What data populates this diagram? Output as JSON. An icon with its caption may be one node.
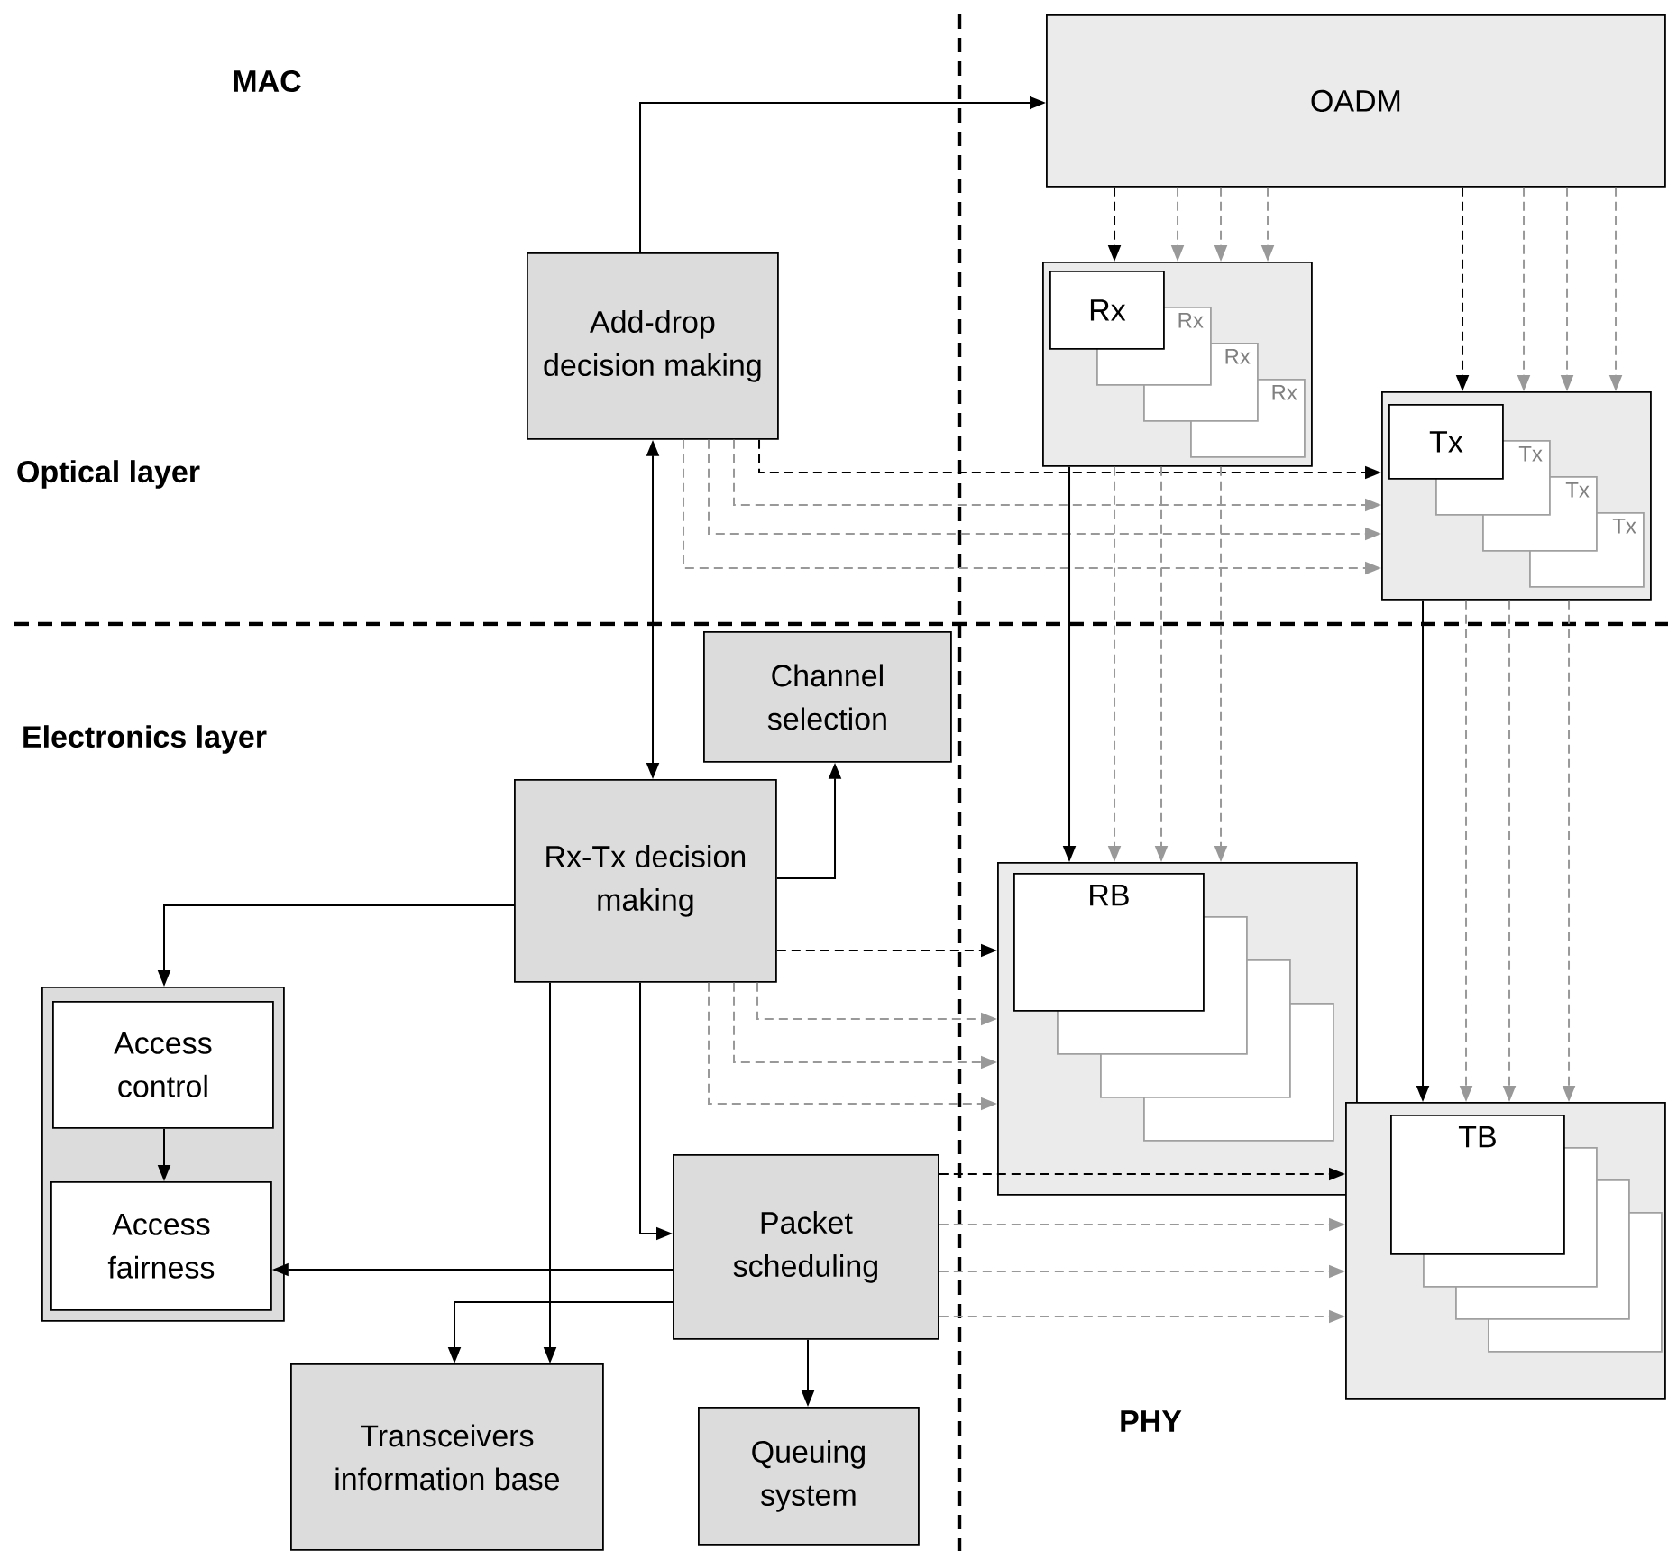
{
  "diagram": {
    "nodes": [
      {
        "text": [
          "OADM"
        ]
      },
      {
        "text": [
          "Add-drop decision making"
        ]
      },
      {
        "text": [],
        "shape": "box"
      },
      {
        "text": [
          "Rx"
        ],
        "in": 2
      },
      {
        "text": [
          "Rx"
        ],
        "in": 2
      },
      {
        "text": [
          "Rx"
        ],
        "in": 2
      },
      {
        "text": [
          "Rx"
        ],
        "in": 2
      },
      {
        "text": [],
        "shape": "box"
      },
      {
        "text": [
          "Tx"
        ],
        "in": 7
      },
      {
        "text": [
          "Tx"
        ],
        "in": 7
      },
      {
        "text": [
          "Tx"
        ],
        "in": 7
      },
      {
        "text": [
          "Tx"
        ],
        "in": 7
      },
      {
        "text": [
          "Channel selection"
        ]
      },
      {
        "text": [
          "Rx-Tx decision making"
        ]
      },
      {
        "text": [],
        "shape": "box"
      },
      {
        "text": [
          "RB"
        ],
        "in": 14
      },
      {
        "text": [],
        "shape": "box",
        "in": 14
      },
      {
        "text": [],
        "shape": "box",
        "in": 14
      },
      {
        "text": [],
        "shape": "box",
        "in": 14
      },
      {
        "text": [],
        "shape": "box"
      },
      {
        "text": [
          "Access control"
        ],
        "in": 19
      },
      {
        "text": [
          "Access fairness"
        ],
        "in": 19
      },
      {
        "text": [],
        "shape": "box"
      },
      {
        "text": [
          "TB"
        ],
        "in": 22
      },
      {
        "text": [],
        "shape": "box",
        "in": 22
      },
      {
        "text": [],
        "shape": "box",
        "in": 22
      },
      {
        "text": [],
        "shape": "box",
        "in": 22
      },
      {
        "text": [
          "Packet scheduling"
        ]
      },
      {
        "text": [
          "Transceivers information base"
        ]
      },
      {
        "text": [
          "Queuing system"
        ]
      }
    ],
    "edges": [
      {
        "from": 1,
        "to": 0,
        "arrow": "to",
        "color": "#000000"
      },
      {
        "from": 1,
        "to": 13,
        "arrow": "both",
        "color": "#000000"
      },
      {
        "from": 0,
        "to": 2,
        "arrow": "to",
        "style": "dashed",
        "color": "#000000"
      },
      {
        "from": 0,
        "to": 2,
        "arrow": "to",
        "style": "dashed",
        "color": "#999999"
      },
      {
        "from": 0,
        "to": 2,
        "arrow": "to",
        "style": "dashed",
        "color": "#999999"
      },
      {
        "from": 0,
        "to": 2,
        "arrow": "to",
        "style": "dashed",
        "color": "#999999"
      },
      {
        "from": 0,
        "to": 7,
        "arrow": "to",
        "style": "dashed",
        "color": "#000000"
      },
      {
        "from": 0,
        "to": 7,
        "arrow": "to",
        "style": "dashed",
        "color": "#999999"
      },
      {
        "from": 0,
        "to": 7,
        "arrow": "to",
        "style": "dashed",
        "color": "#999999"
      },
      {
        "from": 0,
        "to": 7,
        "arrow": "to",
        "style": "dashed",
        "color": "#999999"
      },
      {
        "from": 1,
        "to": 7,
        "arrow": "to",
        "style": "dashed",
        "color": "#000000"
      },
      {
        "from": 1,
        "to": 7,
        "arrow": "to",
        "style": "dashed",
        "color": "#999999"
      },
      {
        "from": 1,
        "to": 7,
        "arrow": "to",
        "style": "dashed",
        "color": "#999999"
      },
      {
        "from": 1,
        "to": 7,
        "arrow": "to",
        "style": "dashed",
        "color": "#999999"
      },
      {
        "from": 2,
        "to": 14,
        "arrow": "to",
        "color": "#000000"
      },
      {
        "from": 2,
        "to": 14,
        "arrow": "to",
        "style": "dashed",
        "color": "#999999"
      },
      {
        "from": 2,
        "to": 14,
        "arrow": "to",
        "style": "dashed",
        "color": "#999999"
      },
      {
        "from": 2,
        "to": 14,
        "arrow": "to",
        "style": "dashed",
        "color": "#999999"
      },
      {
        "from": 7,
        "to": 22,
        "arrow": "to",
        "color": "#000000"
      },
      {
        "from": 7,
        "to": 22,
        "arrow": "to",
        "style": "dashed",
        "color": "#999999"
      },
      {
        "from": 7,
        "to": 22,
        "arrow": "to",
        "style": "dashed",
        "color": "#999999"
      },
      {
        "from": 7,
        "to": 22,
        "arrow": "to",
        "style": "dashed",
        "color": "#999999"
      },
      {
        "from": 13,
        "to": 12,
        "arrow": "to",
        "color": "#000000"
      },
      {
        "from": 13,
        "to": 14,
        "arrow": "to",
        "style": "dashed",
        "color": "#000000"
      },
      {
        "from": 13,
        "to": 14,
        "arrow": "to",
        "style": "dashed",
        "color": "#999999"
      },
      {
        "from": 13,
        "to": 14,
        "arrow": "to",
        "style": "dashed",
        "color": "#999999"
      },
      {
        "from": 13,
        "to": 14,
        "arrow": "to",
        "style": "dashed",
        "color": "#999999"
      },
      {
        "from": 13,
        "to": 19,
        "arrow": "to",
        "color": "#000000"
      },
      {
        "from": 13,
        "to": 28,
        "arrow": "to",
        "color": "#000000"
      },
      {
        "from": 13,
        "to": 27,
        "arrow": "to",
        "color": "#000000"
      },
      {
        "from": 20,
        "to": 21,
        "arrow": "to",
        "color": "#000000"
      },
      {
        "from": 27,
        "to": 21,
        "arrow": "to",
        "color": "#000000"
      },
      {
        "from": 27,
        "to": 28,
        "arrow": "to",
        "color": "#000000"
      },
      {
        "from": 27,
        "to": 29,
        "arrow": "to",
        "color": "#000000"
      },
      {
        "from": 27,
        "to": 22,
        "arrow": "to",
        "style": "dashed",
        "color": "#000000"
      },
      {
        "from": 27,
        "to": 22,
        "arrow": "to",
        "style": "dashed",
        "color": "#999999"
      },
      {
        "from": 27,
        "to": 22,
        "arrow": "to",
        "style": "dashed",
        "color": "#999999"
      },
      {
        "from": 27,
        "to": 22,
        "arrow": "to",
        "style": "dashed",
        "color": "#999999"
      }
    ],
    "labels": [
      "MAC",
      "Optical layer",
      "Electronics layer",
      "PHY"
    ]
  }
}
